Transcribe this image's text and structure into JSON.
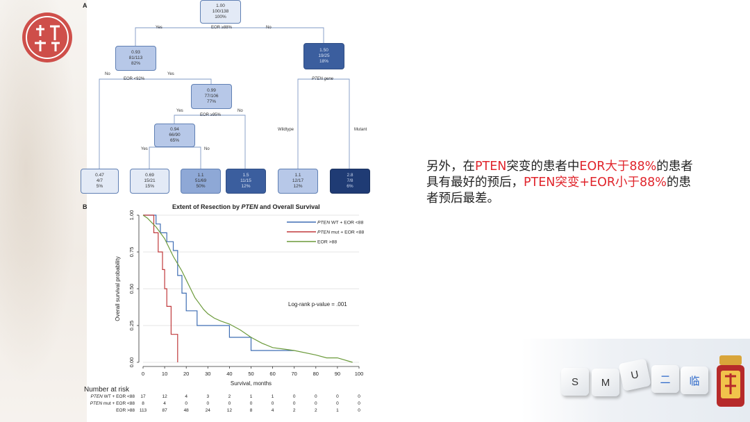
{
  "panel_a_label": "A",
  "panel_b_label": "B",
  "tree": {
    "root": {
      "l1": "1.00",
      "l2": "100/138",
      "l3": "100%"
    },
    "split_root": {
      "label": "EOR ≥88%",
      "yes": "Yes",
      "no": "No"
    },
    "n1": {
      "l1": "0.93",
      "l2": "81/113",
      "l3": "82%"
    },
    "n2": {
      "l1": "1.50",
      "l2": "19/25",
      "l3": "18%"
    },
    "split_n1": {
      "label": "EOR <92%",
      "no": "No",
      "yes": "Yes"
    },
    "n3": {
      "l1": "0.99",
      "l2": "77/106",
      "l3": "77%"
    },
    "split_n3": {
      "label": "EOR ≥95%",
      "yes": "Yes",
      "no": "No"
    },
    "n4": {
      "l1": "0.94",
      "l2": "66/90",
      "l3": "65%"
    },
    "split_n4": {
      "yes": "Yes",
      "no": "No"
    },
    "split_n2": {
      "label": "PTEN gene",
      "left": "Wildtype",
      "right": "Mutant"
    },
    "leaves": [
      {
        "l1": "0.47",
        "l2": "4/7",
        "l3": "5%"
      },
      {
        "l1": "0.69",
        "l2": "15/21",
        "l3": "15%"
      },
      {
        "l1": "1.1",
        "l2": "51/69",
        "l3": "50%"
      },
      {
        "l1": "1.5",
        "l2": "11/15",
        "l3": "12%"
      },
      {
        "l1": "1.1",
        "l2": "12/17",
        "l3": "12%"
      },
      {
        "l1": "2.8",
        "l2": "7/8",
        "l3": "6%"
      }
    ]
  },
  "note": {
    "p1": "另外，在",
    "p2": "PTEN",
    "p3": "突变的患者中",
    "p4": "EOR大于88%",
    "p5": "的患者具有最好的预后，",
    "p6": "PTEN突变+EOR小于88%",
    "p7": "的患者预后最差。"
  },
  "km": {
    "title_pre": "Extent of Resection by ",
    "title_em": "PTEN",
    "title_post": " and Overall Survival",
    "pvalue": "Log-rank p-value = .001",
    "legend": [
      {
        "em": "PTEN",
        "rest": " WT + EOR <88",
        "color": "#3e6db3"
      },
      {
        "em": "PTEN",
        "rest": " mut + EOR <88",
        "color": "#c0393b"
      },
      {
        "em": "",
        "rest": "EOR >88",
        "color": "#6b9a3a"
      }
    ]
  },
  "chart_data": {
    "type": "line",
    "xlabel": "Survival, months",
    "ylabel": "Overall survival probability",
    "xlim": [
      0,
      100
    ],
    "ylim": [
      0,
      1
    ],
    "xticks": [
      "0",
      "10",
      "20",
      "30",
      "40",
      "50",
      "60",
      "70",
      "80",
      "90",
      "100"
    ],
    "yticks": [
      "0.00",
      "0.25",
      "0.50",
      "0.75",
      "1.00"
    ],
    "series": [
      {
        "name": "PTEN WT + EOR <88",
        "color": "#3e6db3",
        "x": [
          0,
          6,
          6,
          8,
          8,
          11,
          11,
          14,
          14,
          16,
          16,
          18,
          18,
          20,
          20,
          25,
          25,
          40,
          40,
          50,
          50,
          70
        ],
        "y": [
          1,
          1,
          0.94,
          0.94,
          0.88,
          0.88,
          0.82,
          0.82,
          0.76,
          0.76,
          0.59,
          0.59,
          0.47,
          0.47,
          0.35,
          0.35,
          0.25,
          0.25,
          0.17,
          0.17,
          0.08,
          0.08
        ]
      },
      {
        "name": "PTEN mut + EOR <88",
        "color": "#c0393b",
        "x": [
          0,
          5,
          5,
          7,
          7,
          9,
          9,
          10,
          10,
          11,
          11,
          13,
          13,
          16,
          16
        ],
        "y": [
          1,
          1,
          0.88,
          0.88,
          0.75,
          0.75,
          0.63,
          0.63,
          0.5,
          0.5,
          0.38,
          0.38,
          0.19,
          0.19,
          0
        ]
      },
      {
        "name": "EOR >88",
        "color": "#6b9a3a",
        "x": [
          0,
          2,
          4,
          6,
          8,
          10,
          12,
          14,
          16,
          18,
          20,
          22,
          24,
          26,
          28,
          30,
          33,
          36,
          40,
          45,
          50,
          55,
          60,
          65,
          70,
          80,
          85,
          90,
          97
        ],
        "y": [
          1,
          0.98,
          0.95,
          0.92,
          0.88,
          0.84,
          0.78,
          0.72,
          0.67,
          0.62,
          0.56,
          0.5,
          0.44,
          0.4,
          0.36,
          0.33,
          0.3,
          0.28,
          0.26,
          0.22,
          0.17,
          0.13,
          0.1,
          0.09,
          0.08,
          0.05,
          0.03,
          0.03,
          0
        ]
      }
    ],
    "at_risk_title": "Number at risk",
    "at_risk": [
      {
        "label_em": "PTEN",
        "label_rest": " WT + EOR <88",
        "values": [
          "17",
          "12",
          "4",
          "3",
          "2",
          "1",
          "1",
          "0",
          "0",
          "0",
          "0"
        ]
      },
      {
        "label_em": "PTEN",
        "label_rest": " mut + EOR <88",
        "values": [
          "8",
          "4",
          "0",
          "0",
          "0",
          "0",
          "0",
          "0",
          "0",
          "0",
          "0"
        ]
      },
      {
        "label_em": "",
        "label_rest": "EOR >88",
        "values": [
          "113",
          "87",
          "48",
          "24",
          "12",
          "8",
          "4",
          "2",
          "2",
          "1",
          "0"
        ]
      }
    ]
  },
  "keys": [
    "S",
    "M",
    "U",
    "二",
    "临"
  ]
}
